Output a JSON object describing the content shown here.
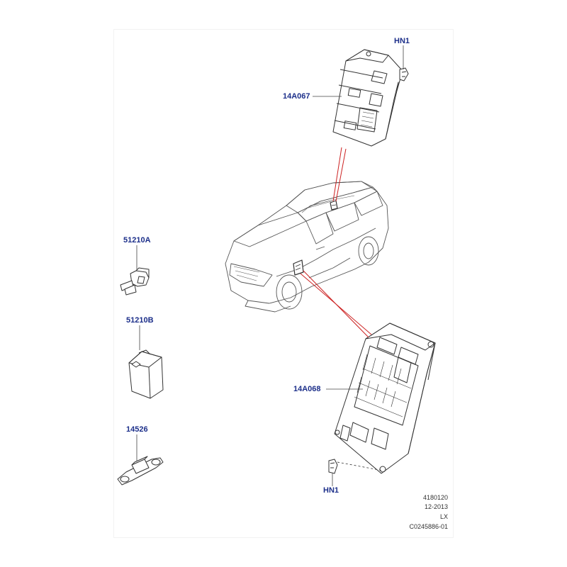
{
  "callouts": {
    "hn1_top": "HN1",
    "module_upper": "14A067",
    "fuse_a": "51210A",
    "fuse_b": "51210B",
    "fuse_strip": "14526",
    "module_lower": "14A068",
    "hn1_bottom": "HN1"
  },
  "reference": {
    "number": "4180120",
    "date": "12-2013",
    "model": "LX",
    "drawing_id": "C0245886-01"
  },
  "colors": {
    "callout": "#1c2f8a",
    "leader": "#444444",
    "location_line": "#cc2222",
    "outline": "#333333"
  }
}
